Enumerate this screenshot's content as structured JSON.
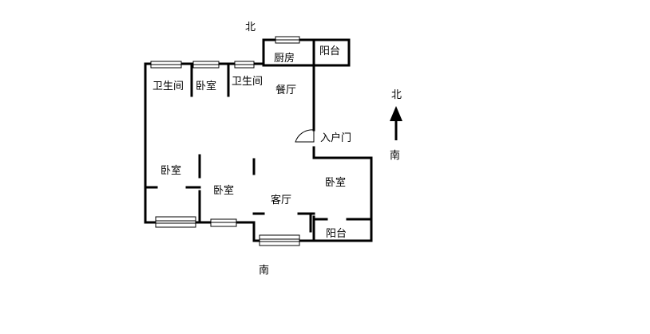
{
  "compass": {
    "north": "北",
    "south": "南"
  },
  "top_label": "北",
  "bottom_label": "南",
  "rooms": {
    "kitchen": "厨房",
    "balcony_top": "阳台",
    "bathroom_1": "卫生间",
    "bedroom_top": "卧室",
    "bathroom_2": "卫生间",
    "dining": "餐厅",
    "entrance": "入户门",
    "bedroom_left": "卧室",
    "bedroom_middle": "卧室",
    "living": "客厅",
    "bedroom_right": "卧室",
    "balcony_bottom": "阳台"
  }
}
